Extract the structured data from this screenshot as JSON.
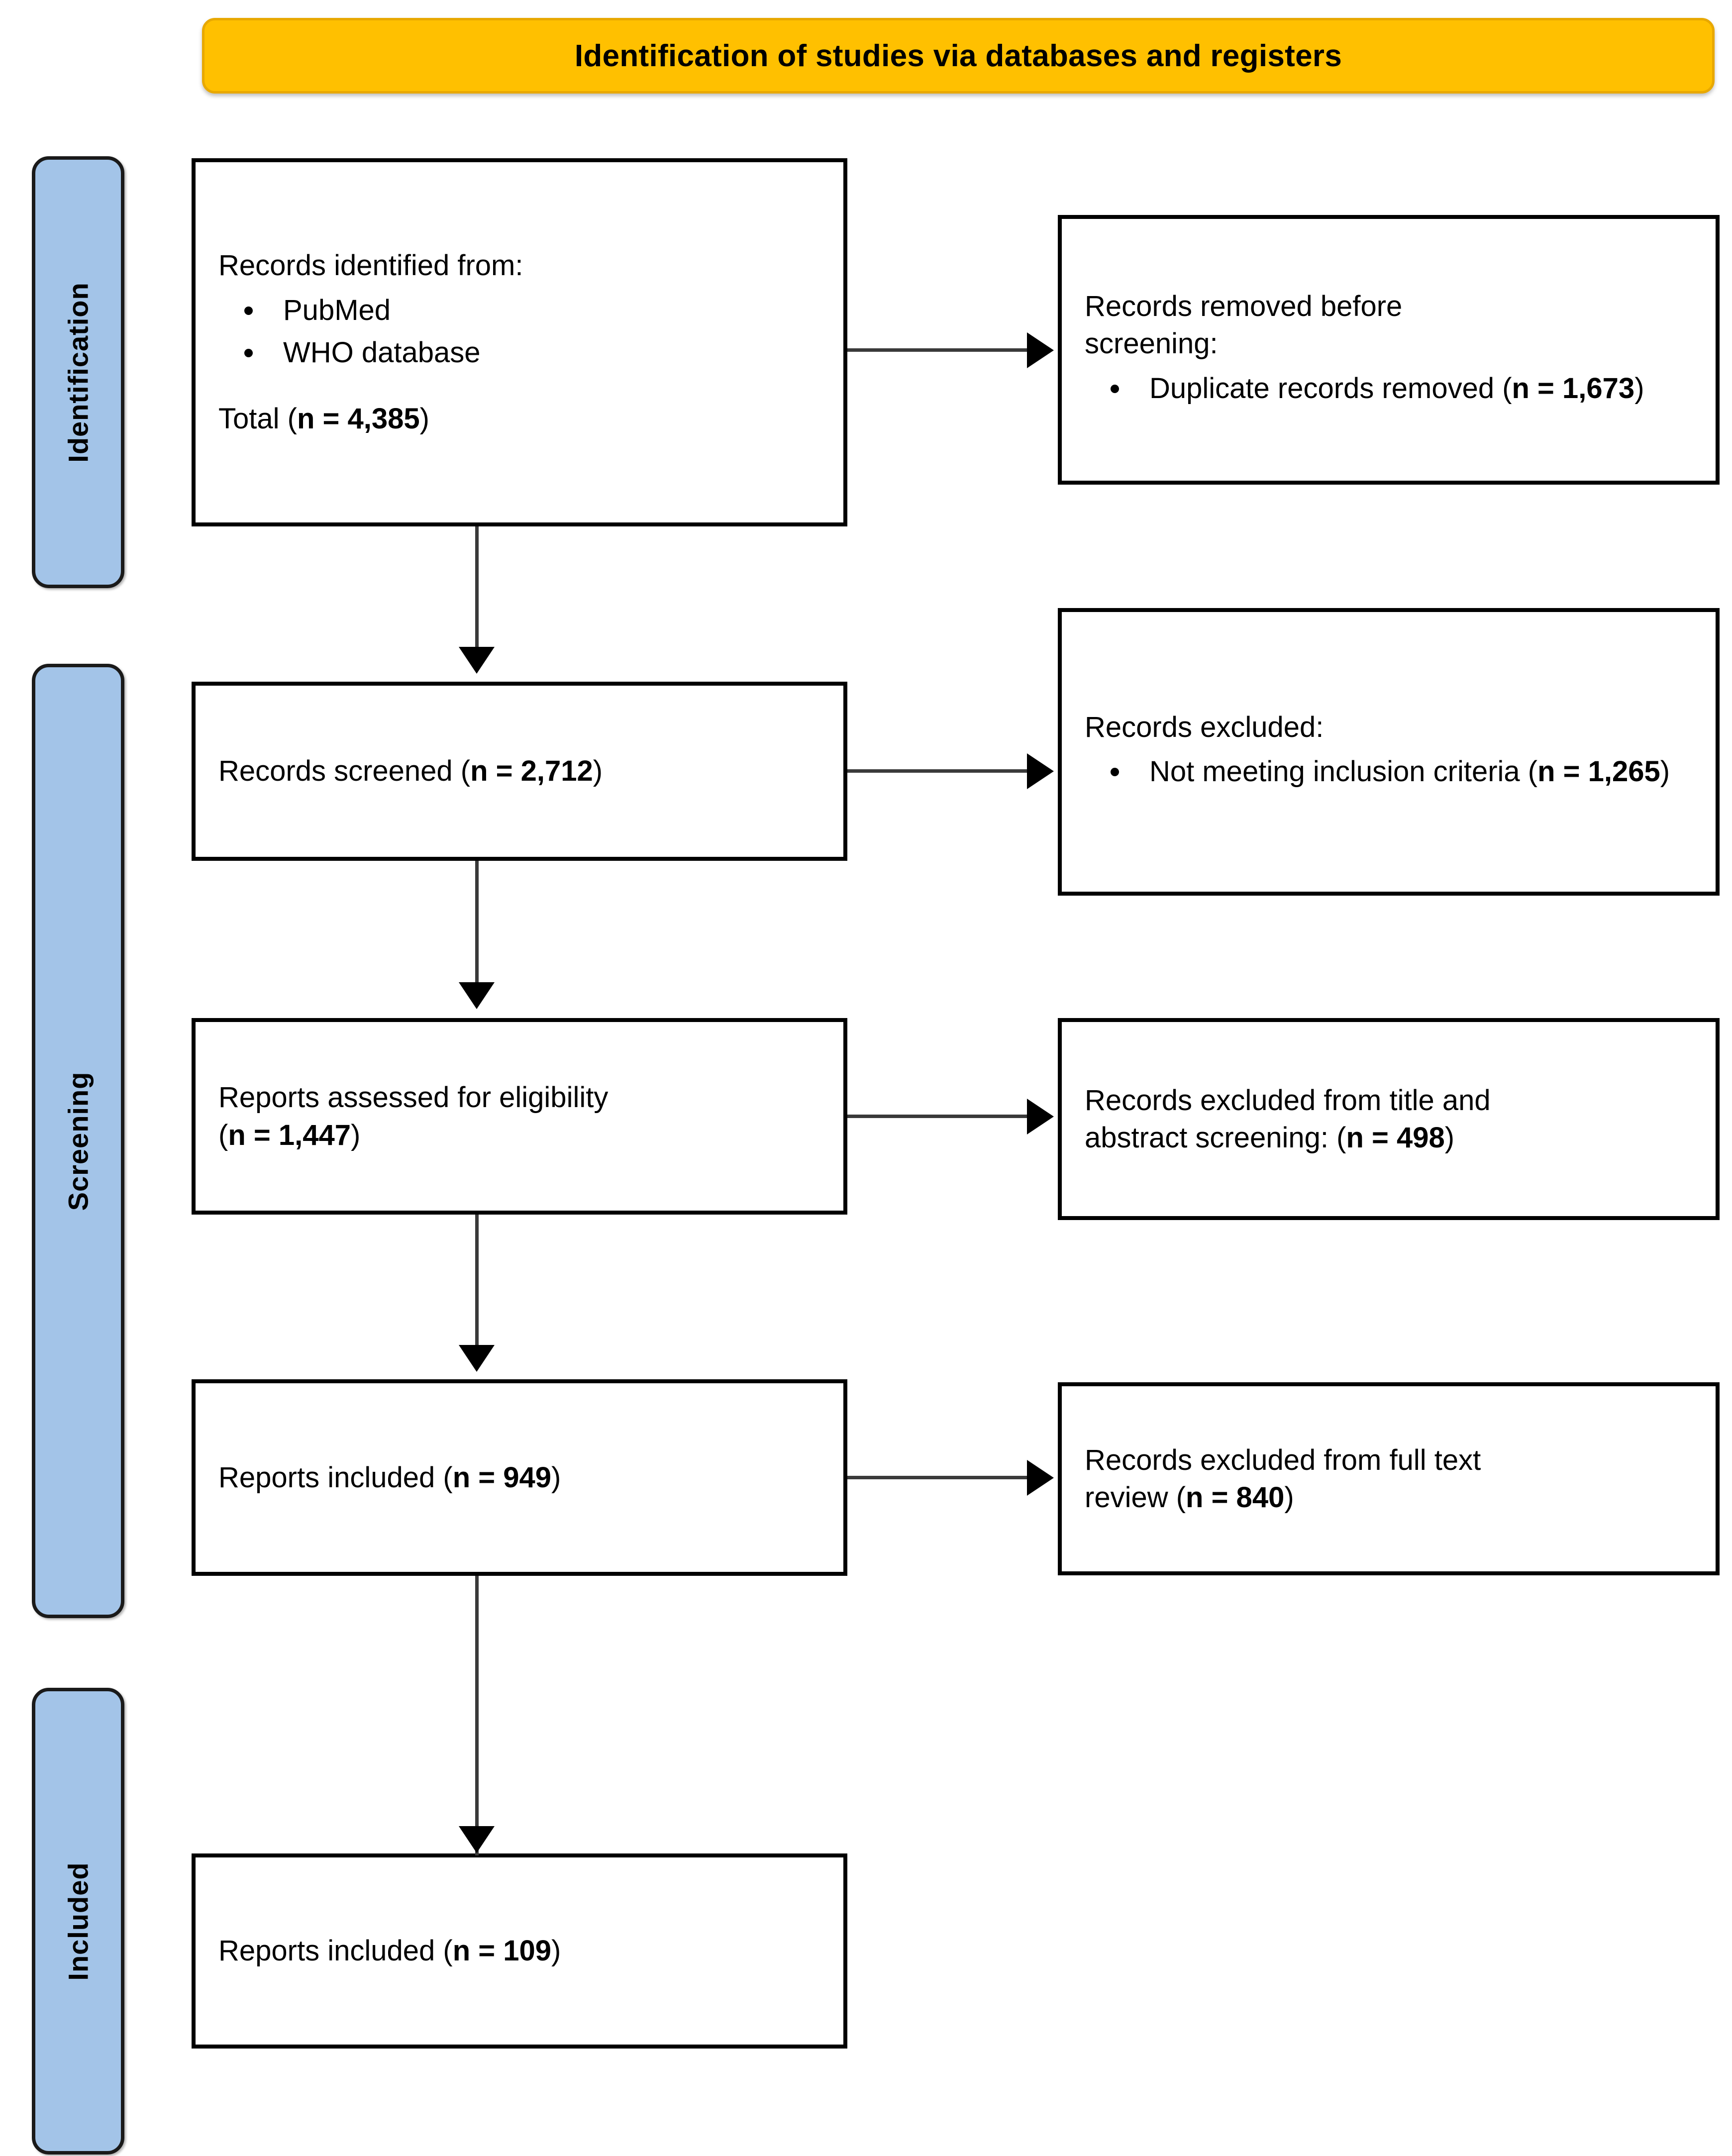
{
  "banner": {
    "title": "Identification of studies via databases and registers"
  },
  "stages": [
    {
      "id": "identification",
      "label": "Identification"
    },
    {
      "id": "screening",
      "label": "Screening"
    },
    {
      "id": "included",
      "label": "Included"
    }
  ],
  "colors": {
    "banner_fill": "#FFC000",
    "stage_fill": "#A3C4E8",
    "box_border": "#000000",
    "connector": "#3A3A3A",
    "text": "#000000"
  },
  "boxes": {
    "identified": {
      "heading": "Records identified from:",
      "bullets": [
        "PubMed",
        "WHO database"
      ],
      "total_label": "Total (",
      "total_value": "n = 4,385",
      "total_suffix": ")"
    },
    "removed": {
      "heading_line1": "Records removed before",
      "heading_line2": "screening:",
      "bullet_text": "Duplicate records removed (",
      "bullet_value": "n = 1,673",
      "bullet_suffix": ")"
    },
    "screened": {
      "label": "Records screened (",
      "value": "n = 2,712",
      "suffix": ")"
    },
    "excluded": {
      "heading": "Records excluded:",
      "bullet_text": "Not meeting inclusion criteria (",
      "bullet_value": "n = 1,265",
      "bullet_suffix": ")"
    },
    "eligibility": {
      "line1": "Reports assessed for eligibility",
      "line2_prefix": "(",
      "line2_value": "n = 1,447",
      "line2_suffix": ")"
    },
    "excluded_title_abstract": {
      "line1": "Records excluded from title and",
      "line2_prefix": "abstract screening: (",
      "line2_value": "n = 498",
      "line2_suffix": ")"
    },
    "reports_included": {
      "label": "Reports included (",
      "value": "n = 949",
      "suffix": ")"
    },
    "excluded_full_text": {
      "line1": "Records excluded from full text",
      "line2_prefix": "review (",
      "line2_value": "n = 840",
      "line2_suffix": ")"
    },
    "final_included": {
      "label": "Reports included (",
      "value": "n = 109",
      "suffix": ")"
    }
  },
  "chart_data": {
    "type": "diagram",
    "title": "Identification of studies via databases and registers",
    "stages": [
      "Identification",
      "Screening",
      "Included"
    ],
    "nodes": [
      {
        "id": "identified",
        "stage": "Identification",
        "label": "Records identified from: PubMed, WHO database. Total",
        "n": 4385
      },
      {
        "id": "removed",
        "stage": "Identification",
        "label": "Records removed before screening: Duplicate records removed",
        "n": 1673
      },
      {
        "id": "screened",
        "stage": "Screening",
        "label": "Records screened",
        "n": 2712
      },
      {
        "id": "excluded",
        "stage": "Screening",
        "label": "Records excluded: Not meeting inclusion criteria",
        "n": 1265
      },
      {
        "id": "eligibility",
        "stage": "Screening",
        "label": "Reports assessed for eligibility",
        "n": 1447
      },
      {
        "id": "excluded_title_abstract",
        "stage": "Screening",
        "label": "Records excluded from title and abstract screening",
        "n": 498
      },
      {
        "id": "reports_included",
        "stage": "Screening",
        "label": "Reports included",
        "n": 949
      },
      {
        "id": "excluded_full_text",
        "stage": "Screening",
        "label": "Records excluded from full text review",
        "n": 840
      },
      {
        "id": "final_included",
        "stage": "Included",
        "label": "Reports included",
        "n": 109
      }
    ],
    "edges": [
      {
        "from": "identified",
        "to": "removed",
        "direction": "right"
      },
      {
        "from": "identified",
        "to": "screened",
        "direction": "down"
      },
      {
        "from": "screened",
        "to": "excluded",
        "direction": "right"
      },
      {
        "from": "screened",
        "to": "eligibility",
        "direction": "down"
      },
      {
        "from": "eligibility",
        "to": "excluded_title_abstract",
        "direction": "right"
      },
      {
        "from": "eligibility",
        "to": "reports_included",
        "direction": "down"
      },
      {
        "from": "reports_included",
        "to": "excluded_full_text",
        "direction": "right"
      },
      {
        "from": "reports_included",
        "to": "final_included",
        "direction": "down"
      }
    ]
  }
}
